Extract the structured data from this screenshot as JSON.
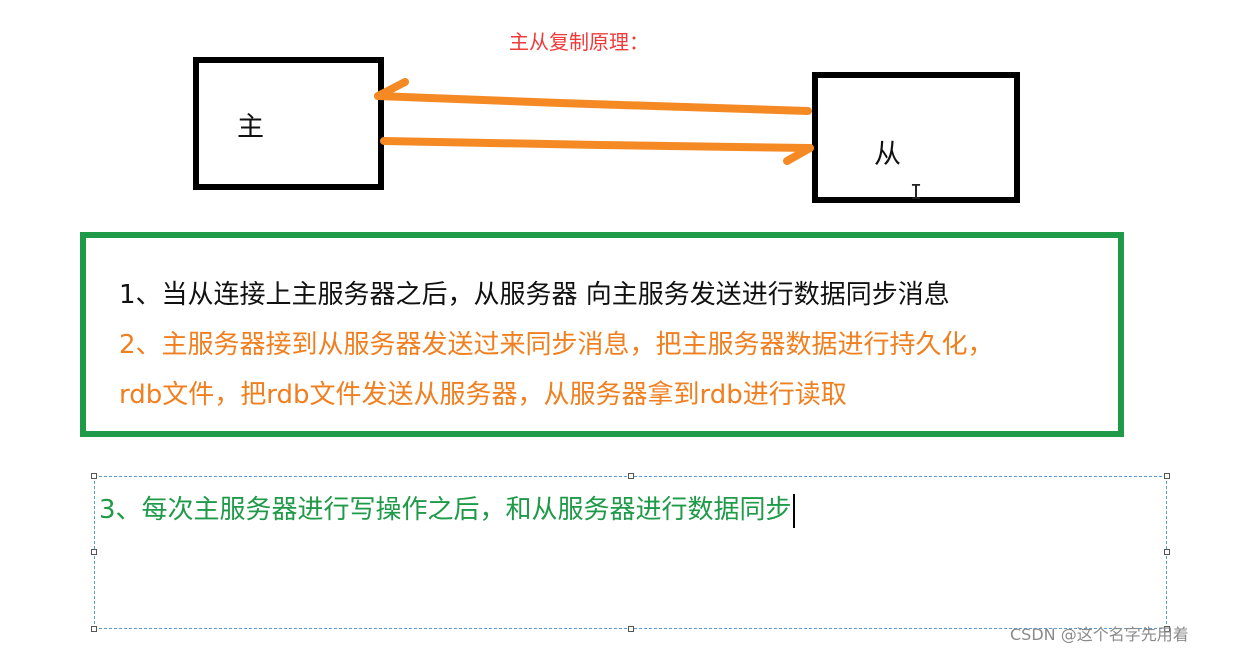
{
  "diagram": {
    "title": "主从复制原理：",
    "nodes": {
      "master": {
        "label": "主"
      },
      "slave": {
        "label": "从"
      }
    },
    "colors": {
      "title": "#f03a3a",
      "arrows": "#f58a25",
      "box_border": "#1e9a48",
      "step1": "#111111",
      "step2": "#f07f20",
      "step3": "#1e9a48",
      "textbox_border": "#5b9bd5"
    },
    "arrows": [
      {
        "from": "slave",
        "to": "master",
        "direction": "left"
      },
      {
        "from": "master",
        "to": "slave",
        "direction": "right"
      }
    ],
    "steps": [
      {
        "label": "1、当从连接上主服务器之后，从服务器 向主服务发送进行数据同步消息"
      },
      {
        "label": "2、主服务器接到从服务器发送过来同步消息，把主服务器数据进行持久化，"
      },
      {
        "label": "rdb文件，把rdb文件发送从服务器，从服务器拿到rdb进行读取"
      }
    ],
    "editing_textbox": {
      "text": "3、每次主服务器进行写操作之后，和从服务器进行数据同步"
    },
    "cursor_icon": "I"
  },
  "watermark": "CSDN @这个名字先用着"
}
